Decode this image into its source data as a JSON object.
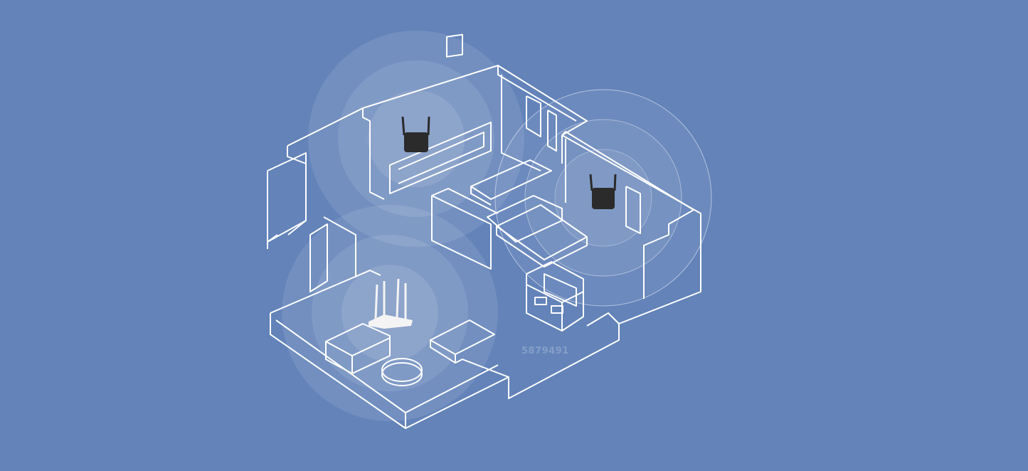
{
  "background_color": "#6383b9",
  "line_color": "#ffffff",
  "watermark": "5879491",
  "devices": [
    {
      "name": "wifi-extender",
      "color": "#2b2b2b"
    },
    {
      "name": "wifi-extender",
      "color": "#2b2b2b"
    },
    {
      "name": "wifi-router",
      "color": "#f4f4f4"
    }
  ]
}
